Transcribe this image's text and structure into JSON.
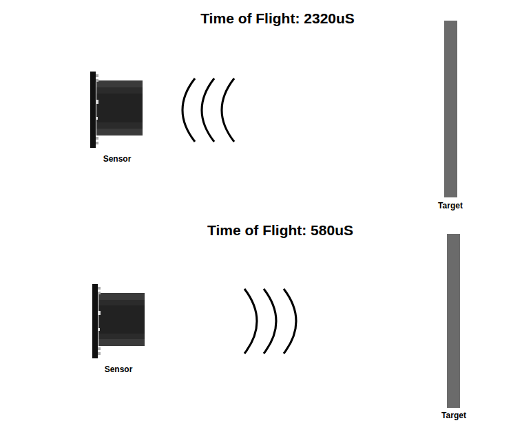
{
  "diagram": {
    "labels": [
      "Time of Flight: 2320uS",
      "Sensor",
      "Target",
      "Time of Flight: 580uS",
      "Sensor",
      "Target"
    ]
  }
}
